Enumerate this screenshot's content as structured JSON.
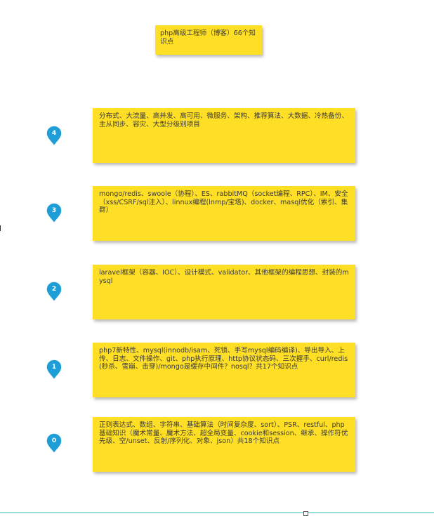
{
  "title": "php高级工程师（博客）66个知识点",
  "accent_color": "#ffdf26",
  "marker_color": "#1e9ed6",
  "levels": [
    {
      "number": "4",
      "text": "分布式、大流量、高并发、高可用、微服务、架构、推荐算法、大数据、冷热备份、主从同步、容灾、大型分级别项目"
    },
    {
      "number": "3",
      "text": "mongo/redis、swoole（协程）、ES、rabbitMQ（socket编程、RPC）、IM、安全（xss/CSRF/sql注入）、linnux编程(lnmp/宝塔)、docker、masql优化（索引、集群）"
    },
    {
      "number": "2",
      "text": "laravel框架（容器、IOC）、设计模式、validator、其他框架的编程思想、封装的mysql"
    },
    {
      "number": "1",
      "text": "php7新特性、mysql(innodb/isam、死锁、手写mysql编码编译)、导出导入、上传、日志、文件操作、git、php执行原理、http协议状态码、三次握手、curl/redis(秒杀、雪崩、击穿)/mongo是缓存中间件？nosql？共17个知识点"
    },
    {
      "number": "0",
      "text": "正则表达式、数组、字符串、基础算法（时间复杂度、sort）、PSR、restful、php基础知识（魔术常量、魔术方法、超全局变量、cookie和session、继承、操作符优先级、空/unset、反射/序列化、对象、json）共18个知识点"
    }
  ]
}
